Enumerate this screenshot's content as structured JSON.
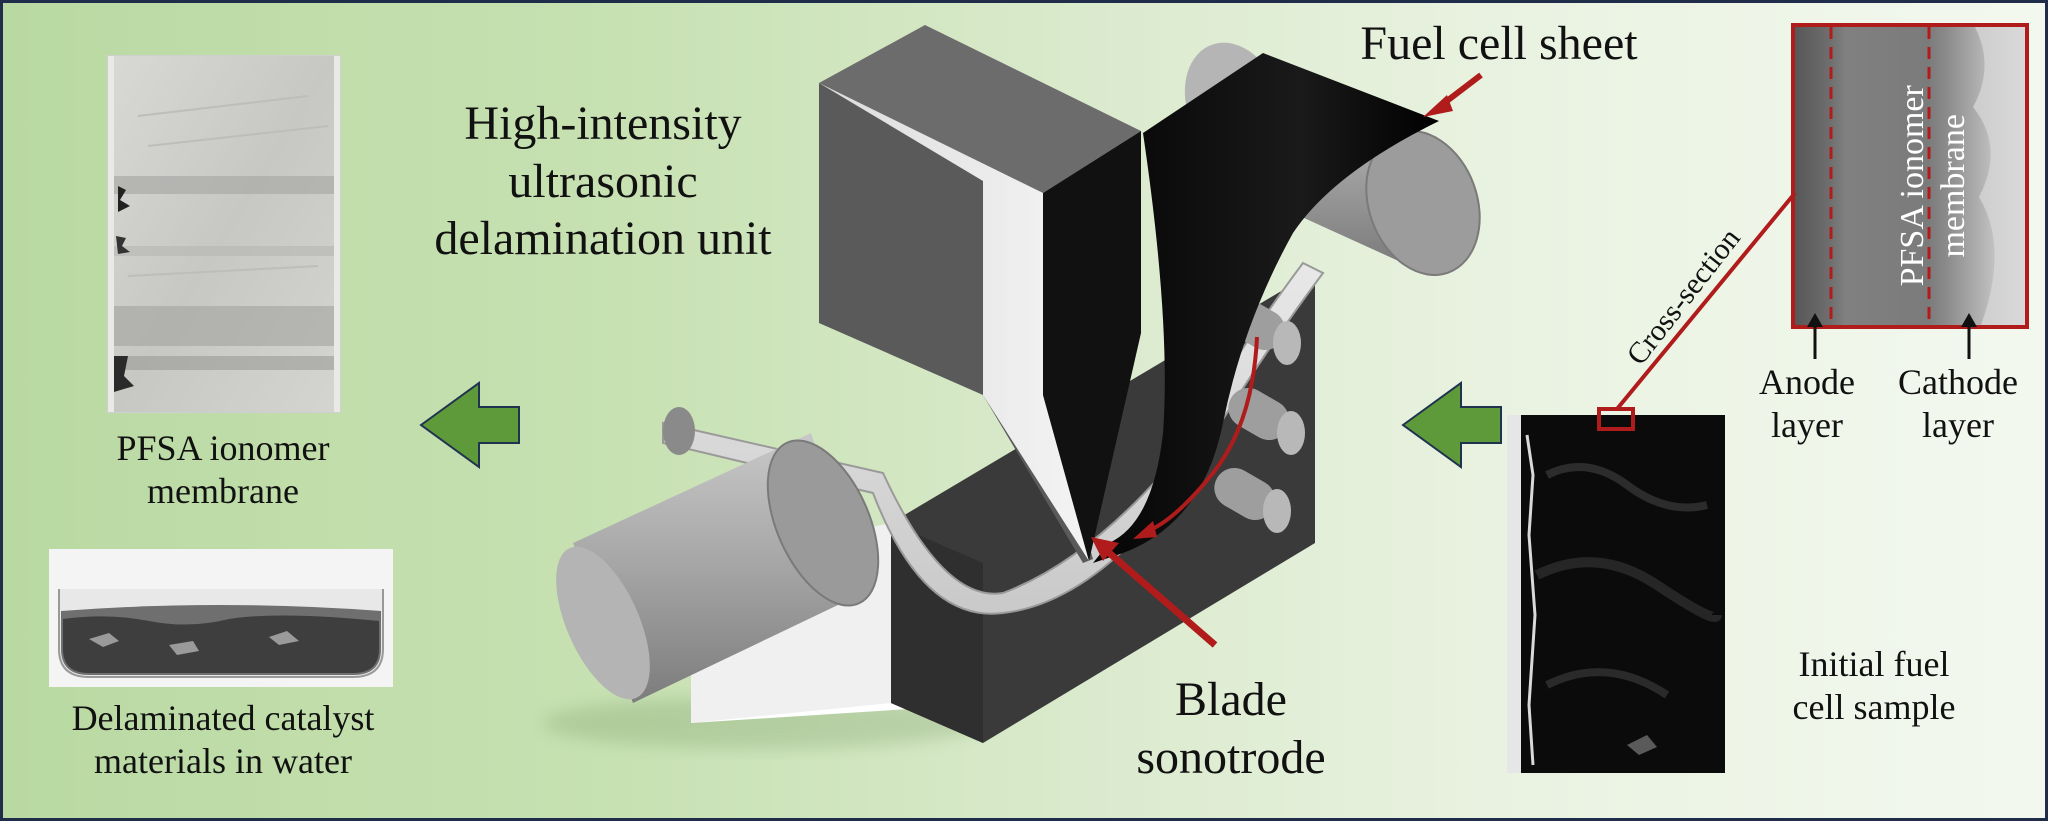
{
  "labels": {
    "unit": "High-intensity\nultrasonic\ndelamination unit",
    "fuel_sheet": "Fuel cell sheet",
    "blade": "Blade\nsonotrode",
    "membrane_photo": "PFSA ionomer\nmembrane",
    "catalyst_photo": "Delaminated catalyst\nmaterials in water",
    "initial_sample": "Initial fuel\ncell sample",
    "cross_section": "Cross-section",
    "inset_membrane": "PFSA ionomer\nmembrane",
    "anode": "Anode\nlayer",
    "cathode": "Cathode\nlayer"
  },
  "colors": {
    "accent_red": "#b01c1c",
    "arrow_green": "#5e9a3a",
    "arrow_outline": "#1f3350",
    "frame": "#1f2d4a"
  },
  "icons": {
    "process_arrows": "left-arrow-icon"
  }
}
